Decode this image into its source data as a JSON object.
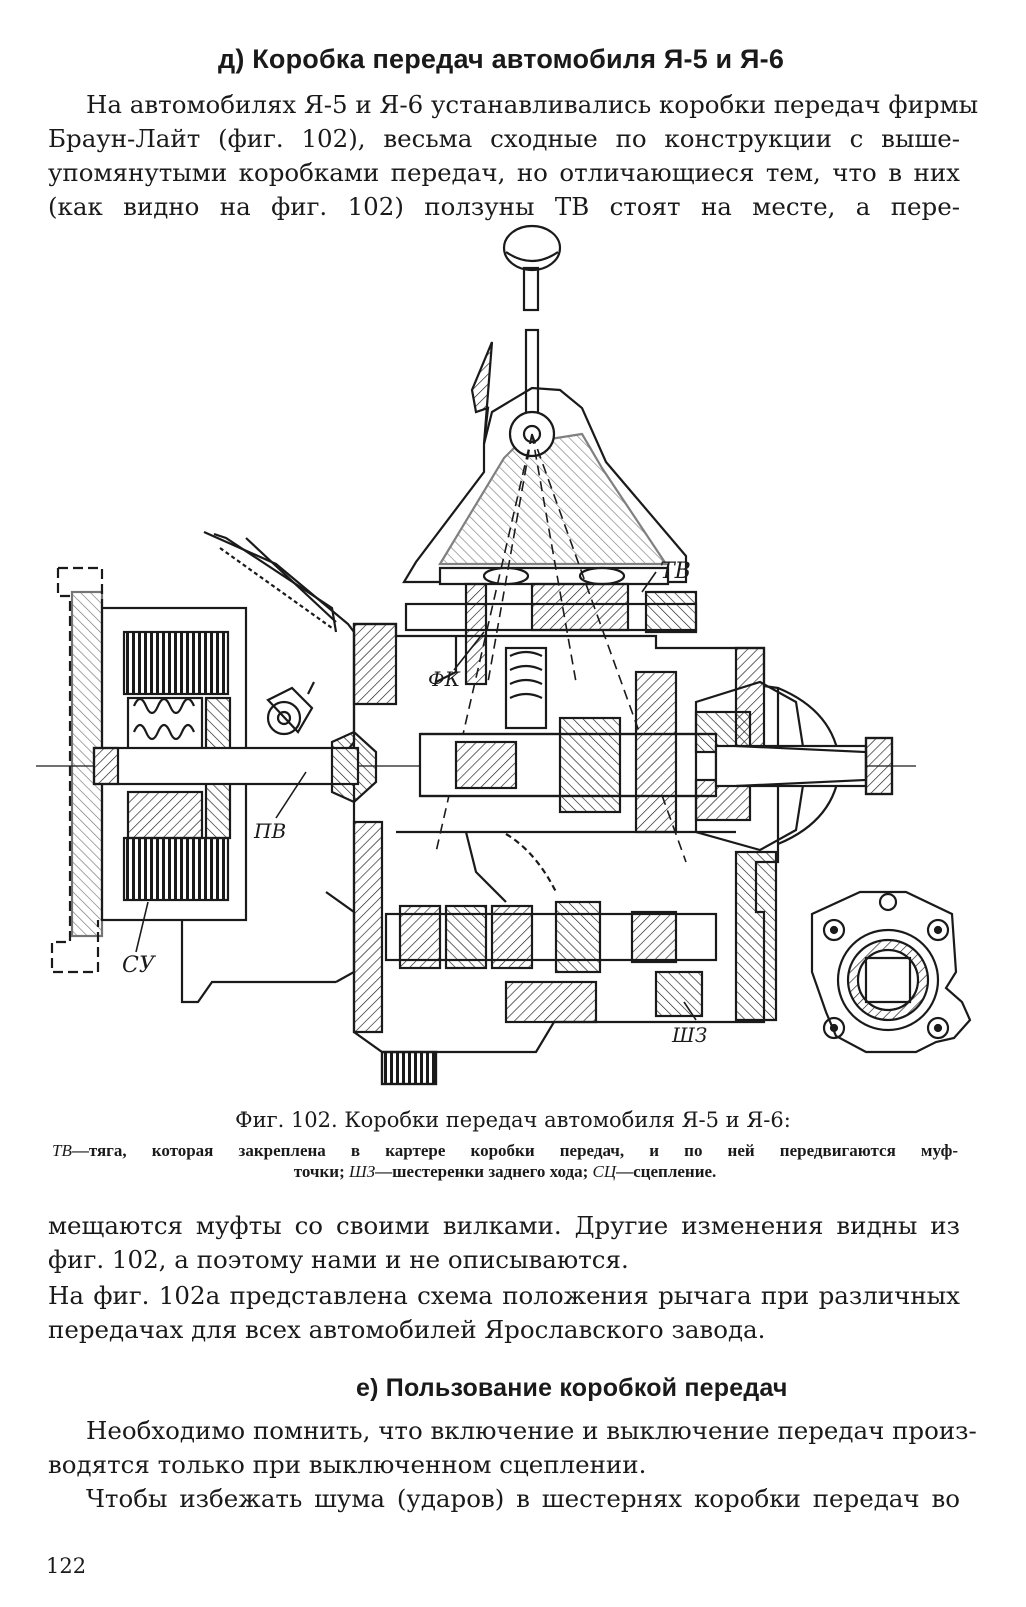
{
  "sections": {
    "d_title": "д) Коробка передач автомобиля Я-5 и Я-6",
    "e_title": "е) Пользование коробкой передач"
  },
  "paragraphs": {
    "p1": [
      "На автомобилях Я-5 и Я-6 устанавливались коробки передач фирмы",
      "Браун-Лайт (фиг. 102), весьма сходные по конструкции с выше-",
      "упомянутыми коробками передач, но отличающиеся тем, что в них",
      "(как видно на фиг. 102) ползуны ТВ стоят на месте, а пере-"
    ],
    "p2": [
      "мещаются муфты со своими вилками. Другие изменения видны из",
      "фиг. 102, а поэтому нами и не описываются."
    ],
    "p3": [
      "На фиг. 102а представлена схема положения рычага при различных",
      "передачах для всех автомобилей Ярославского завода."
    ],
    "p4": [
      "Необходимо помнить, что включение и выключение передач произ-",
      "водятся только при выключенном сцеплении."
    ],
    "p5": [
      "Чтобы избежать шума (ударов) в шестернях коробки передач во"
    ]
  },
  "figure": {
    "labels": {
      "tv": "ТВ",
      "fk": "ФК",
      "pv": "ПВ",
      "su": "СУ",
      "shz": "ШЗ"
    }
  },
  "caption": {
    "title": "Фиг. 102. Коробки передач автомобиля Я-5 и Я-6:",
    "line1_abbr": "ТВ",
    "line1_text": "—тяга, которая закреплена в картере коробки передач, и по ней передвигаются муф-",
    "line2_pre": "точки; ",
    "line2_abbr1": "ШЗ",
    "line2_mid": "—шестеренки заднего хода; ",
    "line2_abbr2": "СЦ",
    "line2_post": "—сцепление."
  },
  "page_number": "122"
}
